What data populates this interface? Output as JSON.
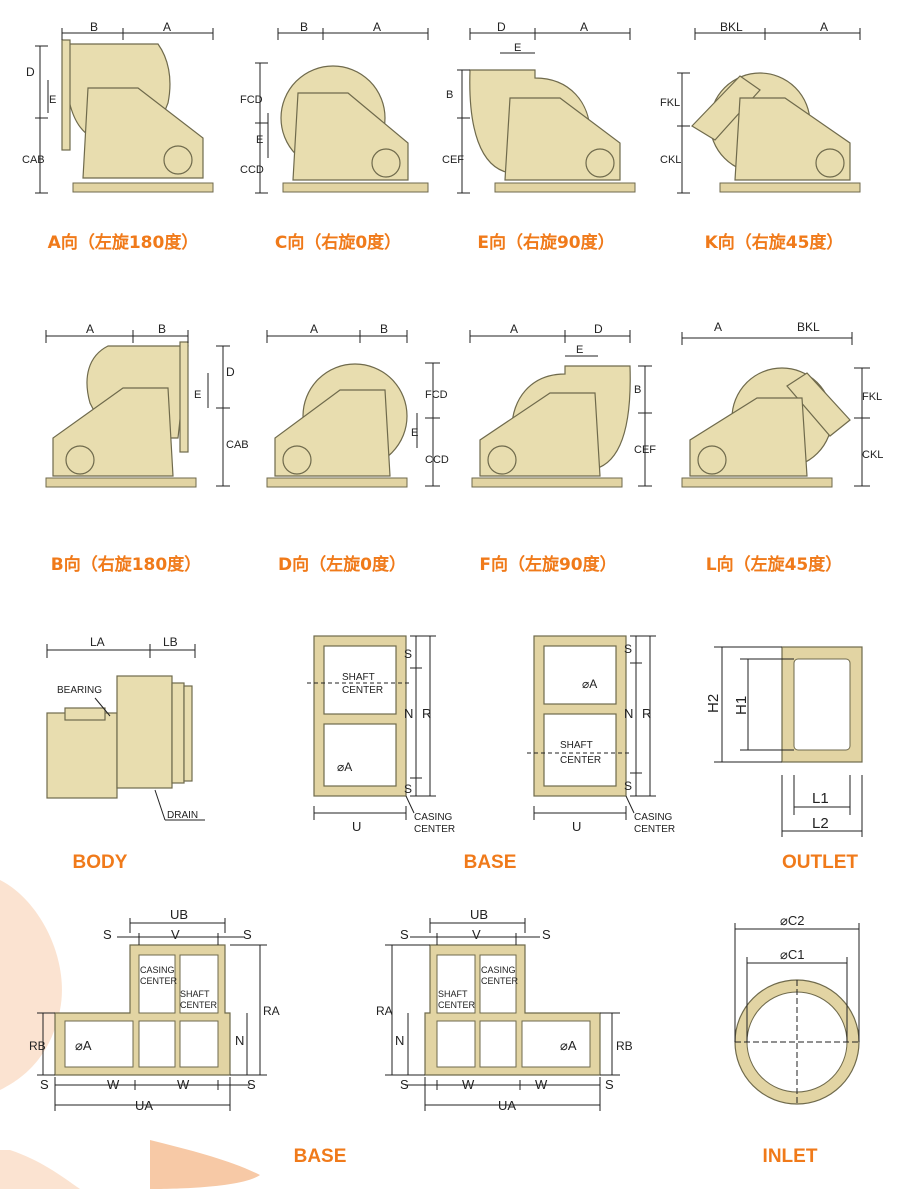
{
  "orientations": {
    "row1": [
      {
        "caption": "A向（左旋180度）",
        "dims": [
          "B",
          "A",
          "D",
          "E",
          "CAB"
        ]
      },
      {
        "caption": "C向（右旋0度）",
        "dims": [
          "B",
          "A",
          "FCD",
          "E",
          "CCD"
        ]
      },
      {
        "caption": "E向（右旋90度）",
        "dims": [
          "D",
          "E",
          "A",
          "B",
          "CEF"
        ]
      },
      {
        "caption": "K向（右旋45度）",
        "dims": [
          "BKL",
          "A",
          "FKL",
          "CKL"
        ]
      }
    ],
    "row2": [
      {
        "caption": "B向（右旋180度）",
        "dims": [
          "A",
          "B",
          "D",
          "E",
          "CAB"
        ]
      },
      {
        "caption": "D向（左旋0度）",
        "dims": [
          "A",
          "B",
          "FCD",
          "E",
          "CCD"
        ]
      },
      {
        "caption": "F向（左旋90度）",
        "dims": [
          "A",
          "D",
          "E",
          "B",
          "CEF"
        ]
      },
      {
        "caption": "L向（左旋45度）",
        "dims": [
          "A",
          "BKL",
          "FKL",
          "CKL"
        ]
      }
    ]
  },
  "body": {
    "title": "BODY",
    "la": "LA",
    "lb": "LB",
    "bearing": "BEARING",
    "drain": "DRAIN"
  },
  "base1": {
    "s": "S",
    "n": "N",
    "r": "R",
    "u": "U",
    "shaft": "SHAFT",
    "center": "CENTER",
    "hole": "⌀A",
    "casing": "CASING",
    "casing_center": "CENTER"
  },
  "base2": {
    "s": "S",
    "n": "N",
    "r": "R",
    "u": "U",
    "shaft": "SHAFT",
    "center": "CENTER",
    "hole": "⌀A",
    "casing": "CASING",
    "casing_center": "CENTER"
  },
  "base_title": "BASE",
  "outlet": {
    "title": "OUTLET",
    "h1": "H1",
    "h2": "H2",
    "l1": "L1",
    "l2": "L2"
  },
  "tbase_left": {
    "ub": "UB",
    "s": "S",
    "v": "V",
    "casing": "CASING",
    "center": "CENTER",
    "shaft": "SHAFT",
    "rb": "RB",
    "ra": "RA",
    "n": "N",
    "hole": "⌀A",
    "w": "W",
    "ua": "UA"
  },
  "tbase_right": {
    "ub": "UB",
    "s": "S",
    "v": "V",
    "casing": "CASING",
    "center": "CENTER",
    "shaft": "SHAFT",
    "rb": "RB",
    "ra": "RA",
    "n": "N",
    "hole": "⌀A",
    "w": "W",
    "ua": "UA"
  },
  "base_title_2": "BASE",
  "inlet": {
    "title": "INLET",
    "c1": "⌀C1",
    "c2": "⌀C2"
  },
  "colors": {
    "accent": "#f07a1a",
    "fan_fill": "#e8ddaf",
    "fan_stroke": "#6f6a4c",
    "base_fill": "#e2d4a3",
    "line": "#222222",
    "map": "#f7c9a6"
  }
}
